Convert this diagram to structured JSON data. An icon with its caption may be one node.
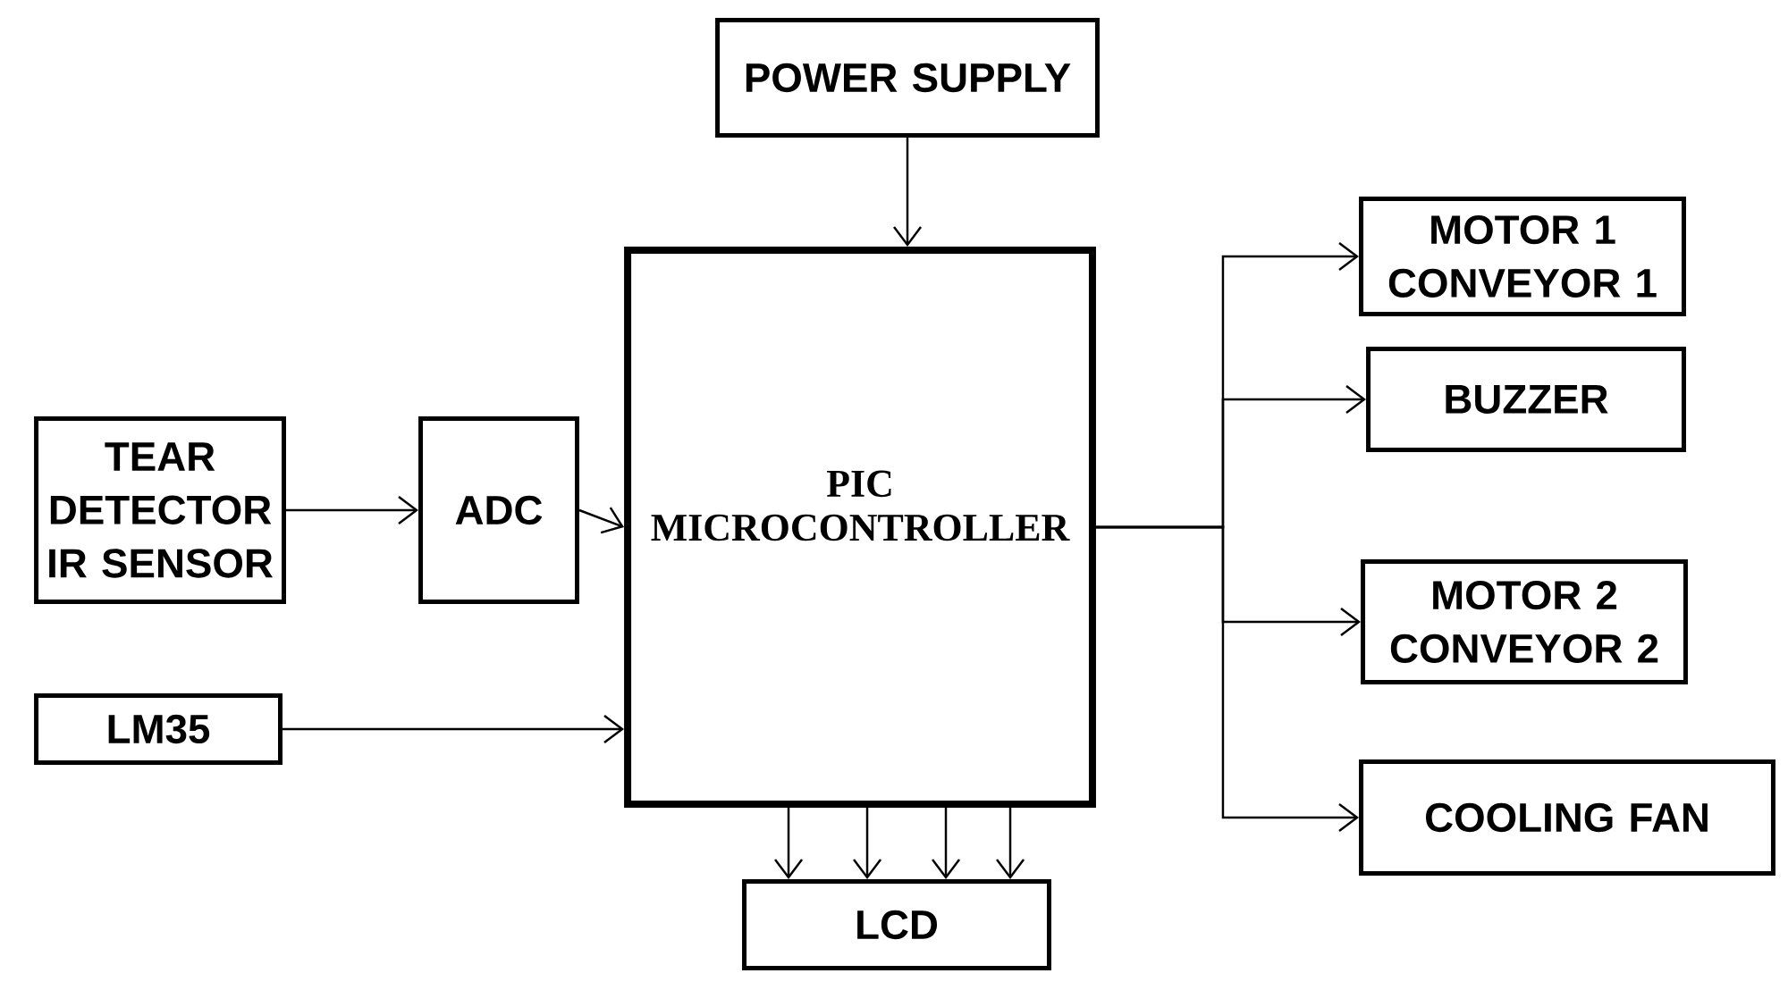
{
  "diagram": {
    "nodes": [
      {
        "text": [
          "POWER SUPPLY"
        ]
      },
      {
        "text": [
          "PIC MICROCONTROLLER"
        ]
      },
      {
        "text": [
          "TEAR DETECTOR IR SENSOR"
        ]
      },
      {
        "text": [
          "ADC"
        ]
      },
      {
        "text": [
          "LM35"
        ]
      },
      {
        "text": [
          "MOTOR 1 CONVEYOR 1"
        ]
      },
      {
        "text": [
          "BUZZER"
        ]
      },
      {
        "text": [
          "MOTOR 2 CONVEYOR 2"
        ]
      },
      {
        "text": [
          "COOLING FAN"
        ]
      },
      {
        "text": [
          "LCD"
        ]
      }
    ],
    "edges": [
      {
        "from": 0,
        "to": 1,
        "arrow": "to"
      },
      {
        "from": 2,
        "to": 3,
        "arrow": "to"
      },
      {
        "from": 3,
        "to": 1,
        "arrow": "to"
      },
      {
        "from": 4,
        "to": 1,
        "arrow": "to"
      },
      {
        "from": 1,
        "to": 5,
        "arrow": "to"
      },
      {
        "from": 1,
        "to": 6,
        "arrow": "to"
      },
      {
        "from": 1,
        "to": 7,
        "arrow": "to"
      },
      {
        "from": 1,
        "to": 8,
        "arrow": "to"
      },
      {
        "from": 1,
        "to": 9,
        "arrow": "to"
      },
      {
        "from": 1,
        "to": 9,
        "arrow": "to"
      },
      {
        "from": 1,
        "to": 9,
        "arrow": "to"
      },
      {
        "from": 1,
        "to": 9,
        "arrow": "to"
      }
    ]
  }
}
